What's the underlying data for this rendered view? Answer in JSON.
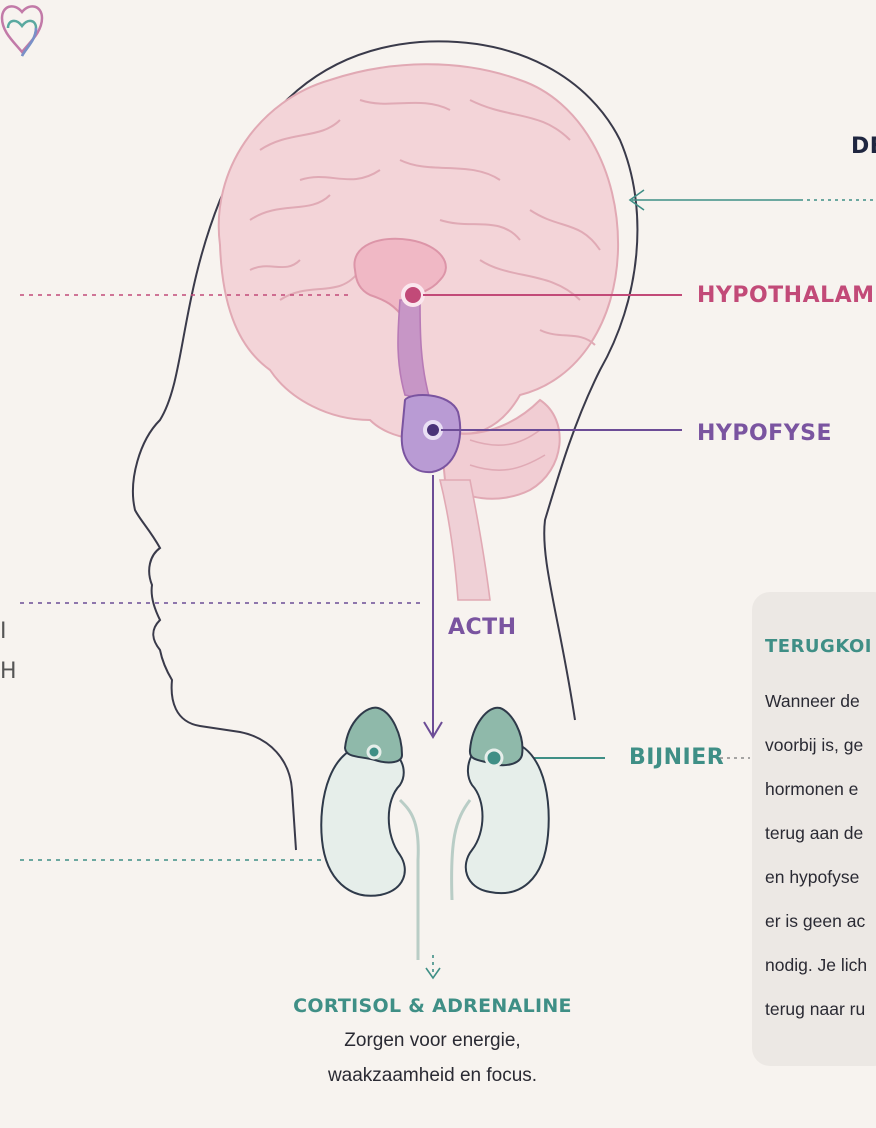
{
  "labels": {
    "hypothalamus": "HYPOTHALAMUS",
    "hypofyse": "HYPOFYSE",
    "acth": "ACTH",
    "bijnier": "BIJNIER",
    "top_right_fragment": "DE",
    "left_fragment_1": "I",
    "left_fragment_2": "H"
  },
  "cortisol": {
    "title": "CORTISOL & ADRENALINE",
    "lines": [
      "Zorgen voor energie,",
      "waakzaamheid en focus."
    ]
  },
  "feedback": {
    "title": "TERUGKOI",
    "lines": [
      "Wanneer de",
      "voorbij is, ge",
      "hormonen e",
      "terug aan de",
      "en hypofyse",
      "er is geen ac",
      "nodig. Je lich",
      "terug naar ru"
    ]
  },
  "colors": {
    "background": "#f7f3ef",
    "hypothalamus": "#c24a78",
    "hypofyse": "#7a54a0",
    "bijnier": "#3f8f86",
    "brain_fill": "#f3d4d8",
    "kidney_fill": "#e6eeea",
    "adrenal_fill": "#8fb9aa"
  },
  "icons": [
    "heart-logo-icon"
  ]
}
